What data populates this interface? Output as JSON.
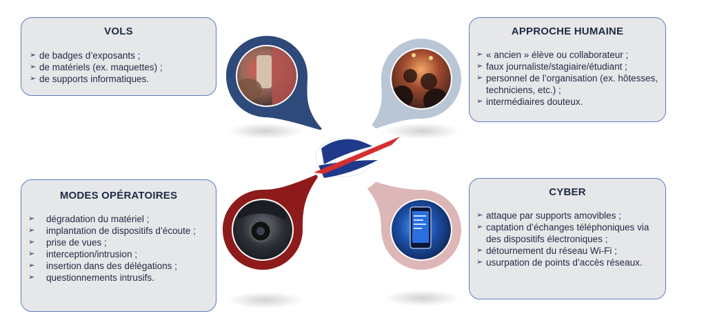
{
  "colors": {
    "petal_top_left": "#2e4a7a",
    "petal_top_right": "#b9c6d6",
    "petal_bottom_left": "#8e1b1b",
    "petal_bottom_right": "#ddb6b8",
    "box_fill": "#e6e7e9",
    "box_border": "#5a7bbf",
    "text": "#1f2a44",
    "logo_blue": "#1f3a8a",
    "logo_red": "#d32f2f"
  },
  "center_logo": {
    "icon": "stylized-ministry-logo-icon"
  },
  "petals": {
    "top_left": {
      "photo_icon": "hands-with-badge-photo"
    },
    "top_right": {
      "photo_icon": "crowd-at-event-photo"
    },
    "bottom_left": {
      "photo_icon": "hooded-person-with-camera-photo"
    },
    "bottom_right": {
      "photo_icon": "smartphone-in-hand-photo"
    }
  },
  "boxes": {
    "vols": {
      "title": "VOLS",
      "items": [
        "de badges d’exposants ;",
        "de matériels (ex. maquettes) ;",
        "de supports informatiques."
      ]
    },
    "approche_humaine": {
      "title": "APPROCHE HUMAINE",
      "items": [
        "« ancien » élève ou collaborateur ;",
        "faux journaliste/stagiaire/étudiant ;",
        "personnel de l’organisation (ex. hôtesses, techniciens, etc.) ;",
        "intermédiaires douteux."
      ]
    },
    "modes_operatoires": {
      "title": "MODES OPÉRATOIRES",
      "items": [
        "dégradation du matériel ;",
        "implantation de dispositifs d’écoute ;",
        "prise de vues ;",
        "interception/intrusion ;",
        "insertion dans des délégations ;",
        "questionnements intrusifs."
      ]
    },
    "cyber": {
      "title": "CYBER",
      "items": [
        "attaque par supports amovibles ;",
        "captation d’échanges téléphoniques via des dispositifs électroniques ;",
        "détournement du réseau Wi-Fi ;",
        "usurpation de points d’accès réseaux."
      ]
    },
    "bullet_glyph": "➢"
  }
}
